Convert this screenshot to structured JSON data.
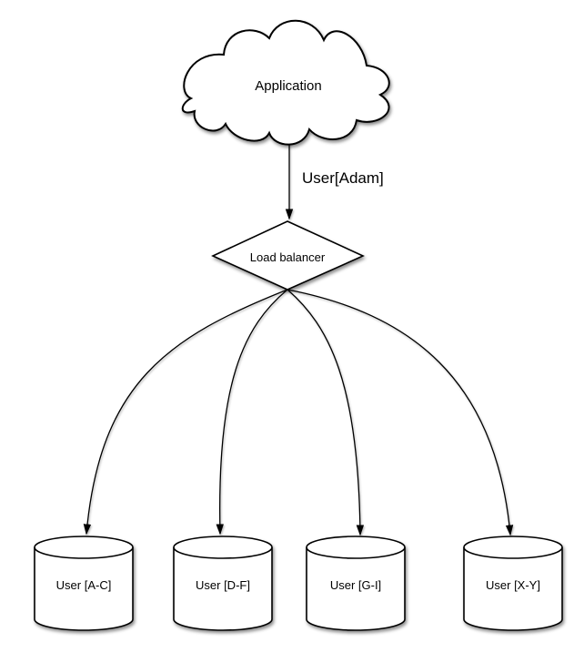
{
  "diagram": {
    "background": "#ffffff",
    "colors": {
      "stroke": "#000000",
      "fill": "#ffffff",
      "text": "#000000"
    },
    "nodes": {
      "application": {
        "label": "Application",
        "shape": "cloud"
      },
      "load_balancer": {
        "label": "Load balancer",
        "shape": "diamond"
      },
      "shards": [
        {
          "label": "User [A-C]",
          "shape": "cylinder"
        },
        {
          "label": "User [D-F]",
          "shape": "cylinder"
        },
        {
          "label": "User [G-I]",
          "shape": "cylinder"
        },
        {
          "label": "User [X-Y]",
          "shape": "cylinder"
        }
      ]
    },
    "edges": {
      "app_to_lb": {
        "label": "User[Adam]"
      }
    }
  }
}
